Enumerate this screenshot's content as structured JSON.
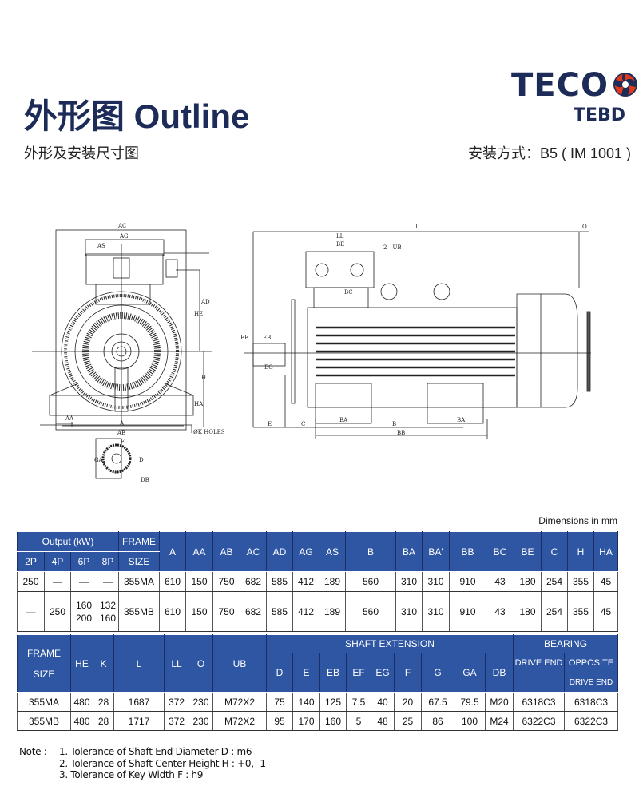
{
  "header": {
    "title": "外形图 Outline",
    "subtitle": "外形及安装尺寸图",
    "mounting": "安装方式：B5 ( IM 1001 )",
    "logo_text": "TECO",
    "logo_sub": "TEBD",
    "brand_color": "#1c2b57",
    "accent_color": "#e03a1e"
  },
  "drawing": {
    "front": {
      "AC": "AC",
      "AG": "AG",
      "AS": "AS",
      "AD": "AD",
      "HE": "HE",
      "H": "H",
      "HA": "HA",
      "AA": "AA",
      "A": "A",
      "AB": "AB",
      "K": "ØK HOLES",
      "F": "F",
      "GA": "GA",
      "D": "D",
      "DB": "DB"
    },
    "side": {
      "L": "L",
      "LL": "LL",
      "BE": "BE",
      "UB": "2—UB",
      "BC": "BC",
      "EF": "EF",
      "EB": "EB",
      "EG": "EG",
      "E": "E",
      "C": "C",
      "BA": "BA",
      "B": "B",
      "BA2": "BA'",
      "BB": "BB",
      "O": "O"
    }
  },
  "units_note": "Dimensions in mm",
  "table1": {
    "h_output": "Output (kW)",
    "h_frame1": "FRAME",
    "h_frame2": "SIZE",
    "poles": [
      "2P",
      "4P",
      "6P",
      "8P"
    ],
    "dims": [
      "A",
      "AA",
      "AB",
      "AC",
      "AD",
      "AG",
      "AS",
      "B",
      "BA",
      "BA'",
      "BB",
      "BC",
      "BE",
      "C",
      "H",
      "HA"
    ],
    "rows": [
      {
        "p2": "250",
        "p4": "—",
        "p6": "—",
        "p6b": "",
        "p8": "—",
        "p8b": "",
        "frame": "355MA",
        "vals": [
          "610",
          "150",
          "750",
          "682",
          "585",
          "412",
          "189",
          "560",
          "310",
          "310",
          "910",
          "43",
          "180",
          "254",
          "355",
          "45"
        ]
      },
      {
        "p2": "—",
        "p4": "250",
        "p6": "160",
        "p6b": "200",
        "p8": "132",
        "p8b": "160",
        "frame": "355MB",
        "vals": [
          "610",
          "150",
          "750",
          "682",
          "585",
          "412",
          "189",
          "560",
          "310",
          "310",
          "910",
          "43",
          "180",
          "254",
          "355",
          "45"
        ]
      }
    ]
  },
  "table2": {
    "h_frame1": "FRAME",
    "h_frame2": "SIZE",
    "h_shaft": "SHAFT EXTENSION",
    "h_bearing": "BEARING",
    "cols": [
      "HE",
      "K",
      "L",
      "LL",
      "O",
      "UB"
    ],
    "shaft": [
      "D",
      "E",
      "EB",
      "EF",
      "EG",
      "F",
      "G",
      "GA",
      "DB"
    ],
    "h_drive": "DRIVE END",
    "h_opp1": "OPPOSITE",
    "h_opp2": "DRIVE END",
    "rows": [
      {
        "vals": [
          "355MA",
          "480",
          "28",
          "1687",
          "372",
          "230",
          "M72X2",
          "75",
          "140",
          "125",
          "7.5",
          "40",
          "20",
          "67.5",
          "79.5",
          "M20",
          "6318C3",
          "6318C3"
        ]
      },
      {
        "vals": [
          "355MB",
          "480",
          "28",
          "1717",
          "372",
          "230",
          "M72X2",
          "95",
          "170",
          "160",
          "5",
          "48",
          "25",
          "86",
          "100",
          "M24",
          "6322C3",
          "6322C3"
        ]
      }
    ]
  },
  "notes": {
    "label": "Note :",
    "items": [
      "1. Tolerance  of  Shaft  End  Diameter  D : m6",
      "2. Tolerance  of  Shaft  Center  Height  H : +0,  -1",
      "3. Tolerance  of  Key  Width  F : h9"
    ]
  }
}
